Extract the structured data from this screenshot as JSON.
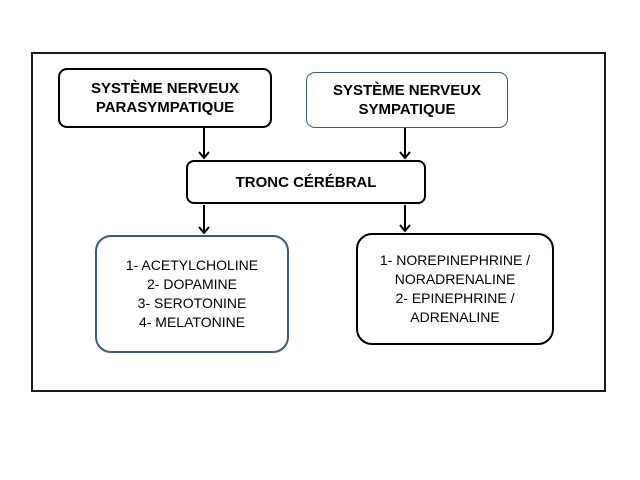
{
  "diagram": {
    "nodes": {
      "parasympathetic": {
        "lines": [
          "SYSTÈME NERVEUX",
          "PARASYMPATIQUE"
        ]
      },
      "sympathetic": {
        "lines": [
          "SYSTÈME NERVEUX",
          "SYMPATIQUE"
        ]
      },
      "brainstem": {
        "label": "TRONC CÉRÉBRAL"
      },
      "left_list": {
        "lines": [
          "1- ACETYLCHOLINE",
          "2-   DOPAMINE",
          "3- SEROTONINE",
          "4- MELATONINE"
        ]
      },
      "right_list": {
        "lines": [
          "1- NOREPINEPHRINE /",
          "NORADRENALINE",
          "2-  EPINEPHRINE /",
          "ADRENALINE"
        ]
      }
    },
    "edges": [
      {
        "from": "parasympathetic",
        "to": "brainstem"
      },
      {
        "from": "sympathetic",
        "to": "brainstem"
      },
      {
        "from": "brainstem",
        "to": "left_list"
      },
      {
        "from": "brainstem",
        "to": "right_list"
      }
    ],
    "colors": {
      "border_dark": "#000000",
      "border_blue": "#3c5a80",
      "background": "#ffffff"
    }
  }
}
